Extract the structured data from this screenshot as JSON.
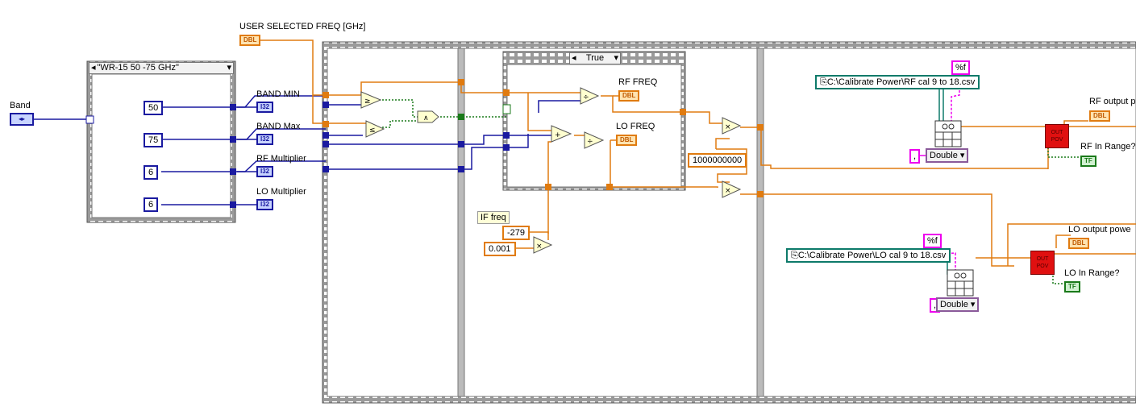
{
  "controls": {
    "band_label": "Band",
    "band_value": "◂▸",
    "case_selector": "\"WR-15 50 -75 GHz\"",
    "case_true": "True",
    "user_freq_label": "USER SELECTED FREQ [GHz]",
    "user_freq_type": "DBL"
  },
  "constants": {
    "band_min": "50",
    "band_max": "75",
    "rf_mult": "6",
    "lo_mult": "6",
    "big_const": "1000000000",
    "if_neg": "-279",
    "if_scale": "0.001",
    "if_label": "IF freq"
  },
  "indicators": {
    "band_min_label": "BAND MIN",
    "band_max_label": "BAND Max",
    "rf_mult_label": "RF Multiplier",
    "lo_mult_label": "LO Multiplier",
    "i32": "I32",
    "rf_freq_label": "RF FREQ",
    "lo_freq_label": "LO FREQ",
    "dbl": "DBL",
    "tf": "TF",
    "rf_out_label": "RF output p",
    "rf_range_label": "RF In Range?",
    "lo_out_label": "LO output powe",
    "lo_range_label": "LO In Range?"
  },
  "files": {
    "rf_path": "C:\\Calibrate Power\\RF cal 9 to 18.csv",
    "lo_path": "C:\\Calibrate Power\\LO cal 9 to 18.csv",
    "format": "%f",
    "delimiter": ",",
    "type": "Double",
    "outpov": "OUT POV"
  },
  "colors": {
    "int_wire": "#1a1aa0",
    "dbl_wire": "#e07b10",
    "bool_wire": "#1a7a1a",
    "path_wire": "#0d7a6a",
    "string_wire": "#ee00ee",
    "frame": "#888888"
  }
}
